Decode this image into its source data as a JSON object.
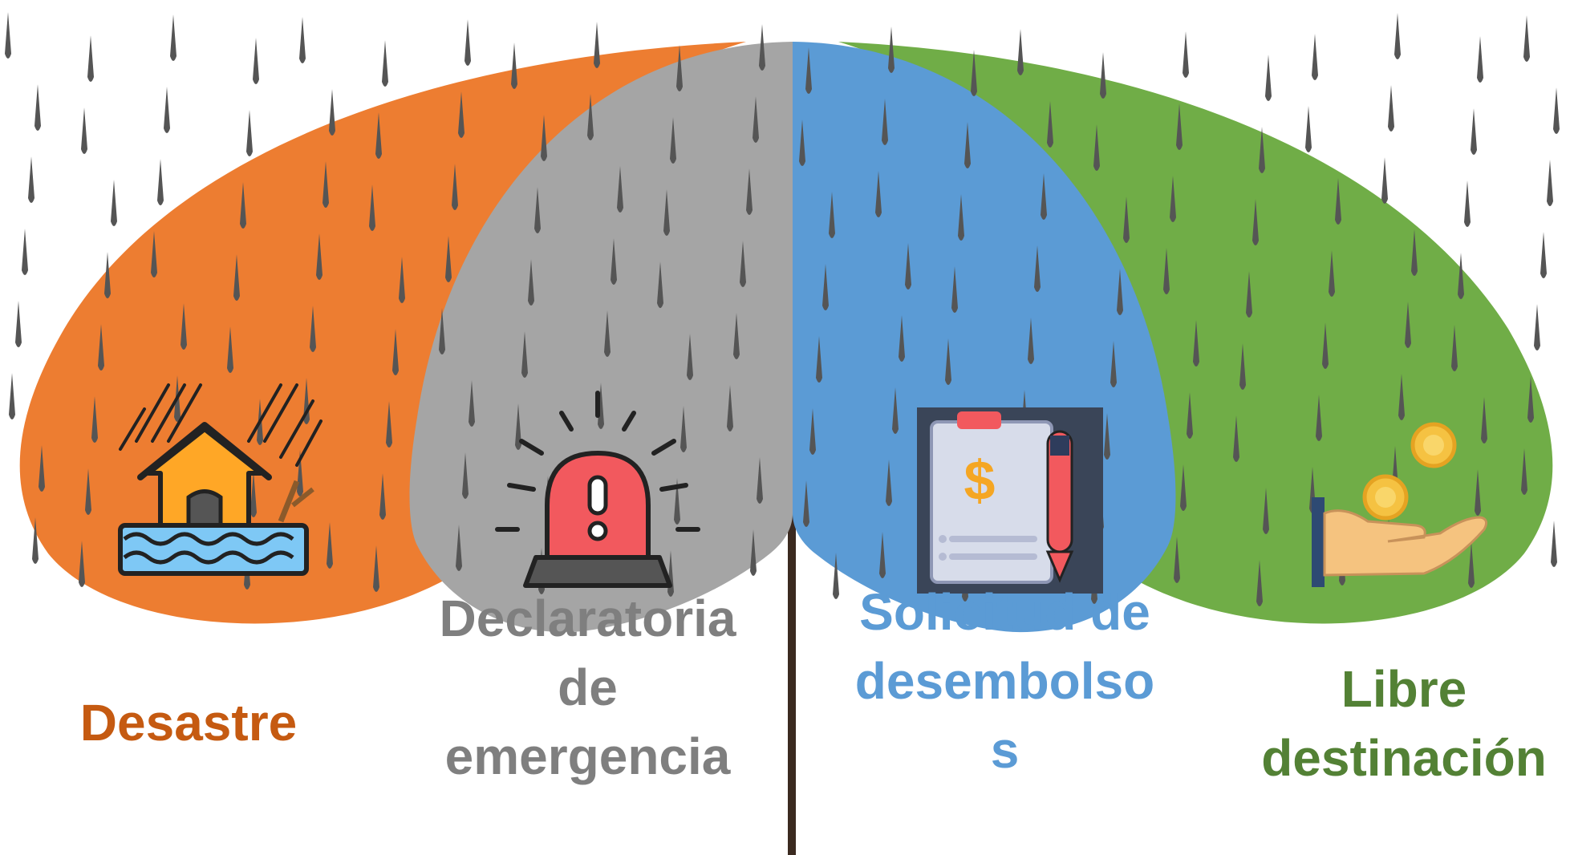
{
  "segments": [
    {
      "id": "desastre",
      "label": "Desastre",
      "color": "#ED7D31",
      "text_color": "#C55A11",
      "icon": "flooded-house-icon"
    },
    {
      "id": "declaratoria",
      "label": "Declaratoria\nde\nemergencia",
      "color": "#A5A5A5",
      "text_color": "#7F7F7F",
      "icon": "alarm-siren-icon"
    },
    {
      "id": "solicitud",
      "label": "Solicitud de\ndesembolso\ns",
      "color": "#5B9BD5",
      "text_color": "#5B9BD5",
      "icon": "invoice-clipboard-icon"
    },
    {
      "id": "libre",
      "label": "Libre\ndestinación",
      "color": "#70AD47",
      "text_color": "#538135",
      "icon": "hand-coins-icon"
    }
  ],
  "colors": {
    "pole": "#3B2A20",
    "rain": "#555555"
  }
}
